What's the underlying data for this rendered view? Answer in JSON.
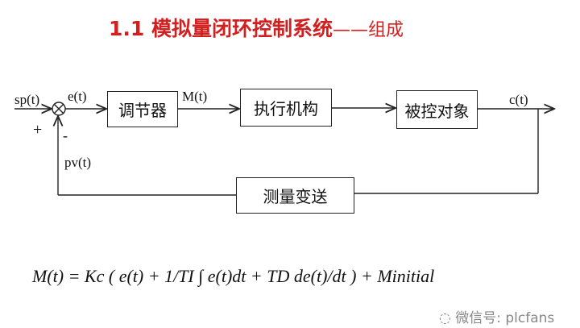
{
  "title": {
    "main": "1.1 模拟量闭环控制系统",
    "sub": "——组成"
  },
  "blocks": {
    "controller": "调节器",
    "actuator": "执行机构",
    "plant": "被控对象",
    "sensor": "测量变送"
  },
  "signals": {
    "setpoint": "sp(t)",
    "error": "e(t)",
    "manipulated": "M(t)",
    "output": "c(t)",
    "feedback": "pv(t)",
    "plus": "+",
    "minus": "-"
  },
  "formula": "M(t) = Kc ( e(t) + 1/TI ∫ e(t)dt + TD de(t)/dt ) + Minitial",
  "watermark": "微信号: plcfans"
}
